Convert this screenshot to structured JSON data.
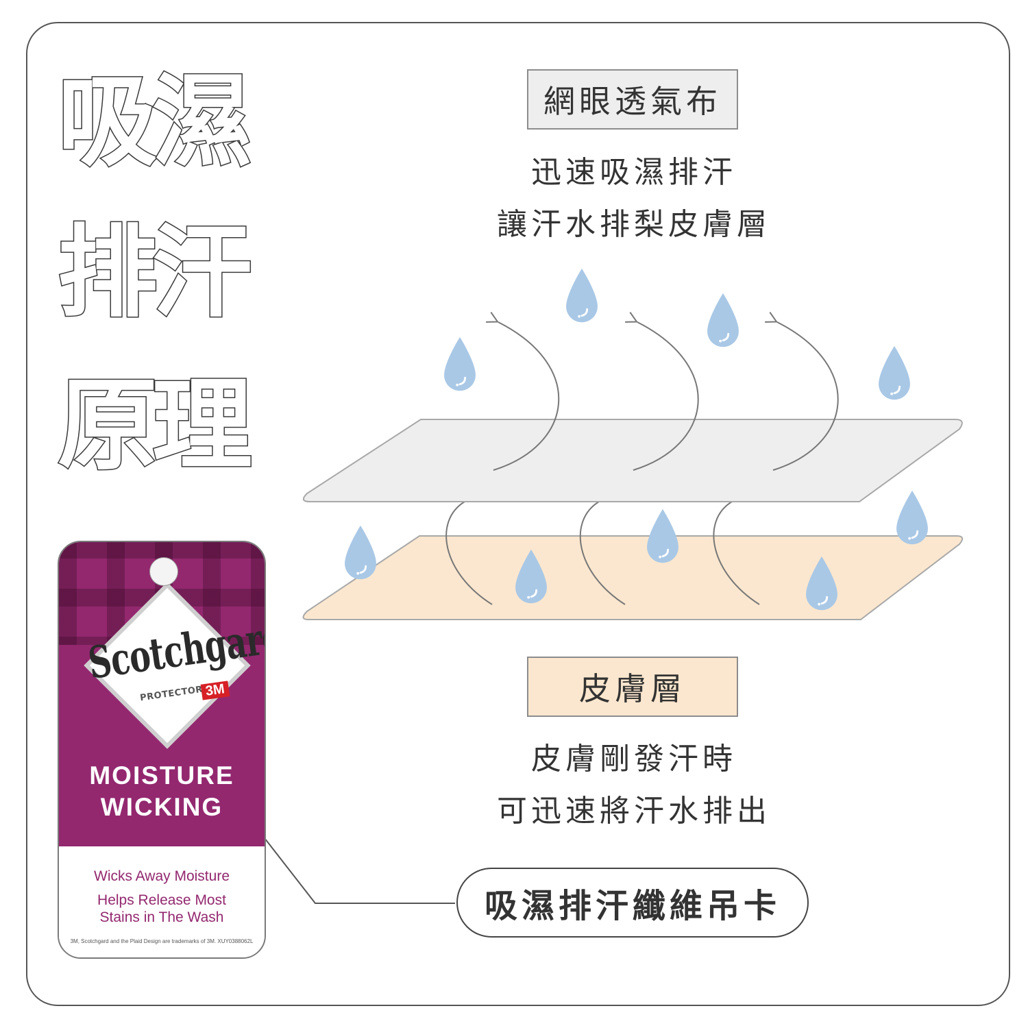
{
  "title": {
    "chars": [
      "吸",
      "濕",
      "排",
      "汗",
      "原",
      "理"
    ]
  },
  "mesh_layer": {
    "label": "網眼透氣布",
    "desc_line1": "迅速吸濕排汗",
    "desc_line2": "讓汗水排梨皮膚層",
    "color": "#eeeeee"
  },
  "skin_layer": {
    "label": "皮膚層",
    "desc_line1": "皮膚剛發汗時",
    "desc_line2": "可迅速將汗水排出",
    "color": "#fbe7cf"
  },
  "droplet_color": "#a9c8e6",
  "hang_tag": {
    "brand": "Scotchgard",
    "brand_sub": "PROTECTOR",
    "brand_3m": "3M",
    "headline_line1": "MOISTURE",
    "headline_line2": "WICKING",
    "benefit_1": "Wicks Away Moisture",
    "benefit_2_line1": "Helps Release Most",
    "benefit_2_line2": "Stains in The Wash",
    "fine_print": "3M, Scotchgard and the Plaid Design are trademarks of 3M.  XUY0388062L",
    "color": "#93286f"
  },
  "callout": {
    "label": "吸濕排汗纖維吊卡"
  }
}
